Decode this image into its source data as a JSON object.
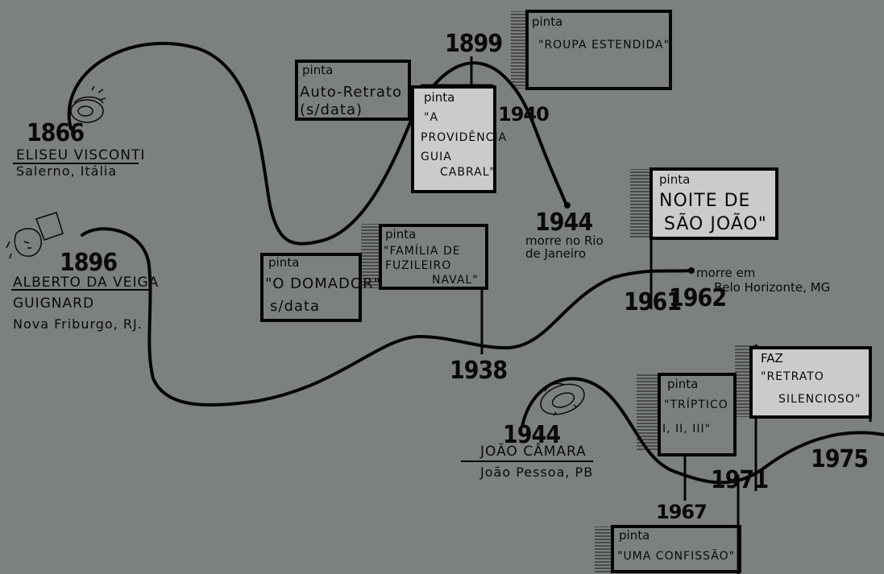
{
  "artists": [
    {
      "birth_year": "1866",
      "name": "ELISEU VISCONTI",
      "place": "Salerno, Itália"
    },
    {
      "birth_year": "1896",
      "name": "ALBERTO DA VEIGA",
      "name2": "GUIGNARD",
      "place": "Nova Friburgo, RJ."
    },
    {
      "birth_year": "1944",
      "name": "JOÃO CÂMARA",
      "place": "João Pessoa, PB"
    }
  ],
  "events": {
    "y1899": "1899",
    "y1940": "1940",
    "y1944": "1944",
    "y1938": "1938",
    "y1961": "1961",
    "y1962": "1962",
    "y1967": "1967",
    "y1971": "1971",
    "y1975": "1975"
  },
  "deaths": {
    "visconti": [
      "morre no Rio",
      "de Janeiro"
    ],
    "guignard": [
      "morre em",
      "Belo Horizonte, MG"
    ]
  },
  "works": {
    "auto_retrato": {
      "verb": "pinta",
      "lines": [
        "Auto-Retrato",
        "(s/data)"
      ]
    },
    "providencia": {
      "verb": "pinta",
      "lines": [
        "\"A",
        "PROVIDÊNCIA",
        "GUIA",
        "CABRAL\""
      ]
    },
    "roupa": {
      "verb": "pinta",
      "lines": [
        "\"ROUPA ESTENDIDA\""
      ]
    },
    "noite": {
      "verb": "pinta",
      "lines": [
        "NOITE DE",
        "SÃO JOÃO\""
      ]
    },
    "familia": {
      "verb": "pinta",
      "lines": [
        "\"FAMÍLIA DE",
        "FUZILEIRO",
        "NAVAL\""
      ]
    },
    "domador": {
      "verb": "pinta",
      "lines": [
        "\"O DOMADOR\"",
        "s/data"
      ]
    },
    "triptico": {
      "verb": "pinta",
      "lines": [
        "\"TRÍPTICO",
        "I, II, III\""
      ]
    },
    "retrato": {
      "verb": "FAZ",
      "lines": [
        "\"RETRATO",
        "SILENCIOSO\""
      ]
    },
    "confissao": {
      "verb": "pinta",
      "lines": [
        "\"UMA CONFISSÃO\""
      ]
    }
  },
  "colors": {
    "background": "#7c8180",
    "ink": "#050505",
    "box_fill_light": "#c9ccca",
    "box_fill_mid": "#bfc2c0"
  }
}
